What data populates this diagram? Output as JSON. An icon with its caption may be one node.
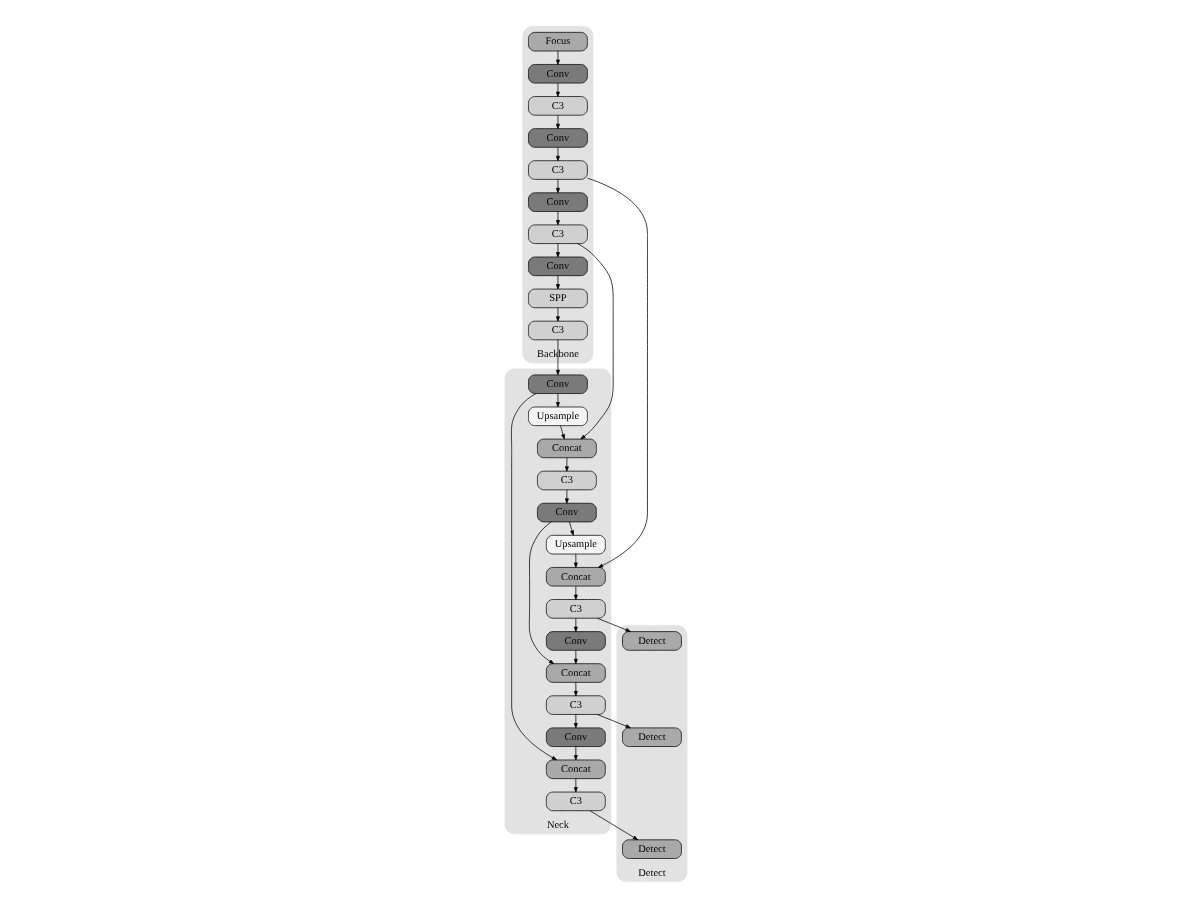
{
  "diagram": {
    "nodes": [
      {
        "text": [
          "Backbone"
        ]
      },
      {
        "text": [
          "Focus"
        ],
        "in": 0
      },
      {
        "text": [
          "Conv"
        ],
        "in": 0
      },
      {
        "text": [
          "C3"
        ],
        "in": 0
      },
      {
        "text": [
          "Conv"
        ],
        "in": 0
      },
      {
        "text": [
          "C3"
        ],
        "in": 0
      },
      {
        "text": [
          "Conv"
        ],
        "in": 0
      },
      {
        "text": [
          "C3"
        ],
        "in": 0
      },
      {
        "text": [
          "Conv"
        ],
        "in": 0
      },
      {
        "text": [
          "SPP"
        ],
        "in": 0
      },
      {
        "text": [
          "C3"
        ],
        "in": 0
      },
      {
        "text": [
          "Neck"
        ]
      },
      {
        "text": [
          "Concat"
        ],
        "in": 11
      },
      {
        "text": [
          "Upsample"
        ],
        "in": 11
      },
      {
        "text": [
          "Conv"
        ],
        "in": 11
      },
      {
        "text": [
          "C3"
        ],
        "in": 11
      },
      {
        "text": [
          "Concat"
        ],
        "in": 11
      },
      {
        "text": [
          "Upsample"
        ],
        "in": 11
      },
      {
        "text": [
          "Conv"
        ],
        "in": 11
      },
      {
        "text": [
          "C3"
        ],
        "in": 11
      },
      {
        "text": [
          "Conv"
        ],
        "in": 11
      },
      {
        "text": [
          "Concat"
        ],
        "in": 11
      },
      {
        "text": [
          "C3"
        ],
        "in": 11
      },
      {
        "text": [
          "Conv"
        ],
        "in": 11
      },
      {
        "text": [
          "Concat"
        ],
        "in": 11
      },
      {
        "text": [
          "C3"
        ],
        "in": 11
      },
      {
        "text": [
          "Detect"
        ]
      },
      {
        "text": [
          "Detect"
        ],
        "in": 26
      },
      {
        "text": [
          "Detect"
        ],
        "in": 26
      },
      {
        "text": [
          "Detect"
        ],
        "in": 26
      }
    ],
    "edges": [
      {
        "from": 1,
        "to": 2,
        "arrow": "to"
      },
      {
        "from": 2,
        "to": 3,
        "arrow": "to"
      },
      {
        "from": 3,
        "to": 4,
        "arrow": "to"
      },
      {
        "from": 4,
        "to": 5,
        "arrow": "to"
      },
      {
        "from": 5,
        "to": 6,
        "arrow": "to"
      },
      {
        "from": 6,
        "to": 7,
        "arrow": "to"
      },
      {
        "from": 7,
        "to": 8,
        "arrow": "to"
      },
      {
        "from": 8,
        "to": 9,
        "arrow": "to"
      },
      {
        "from": 9,
        "to": 10,
        "arrow": "to"
      },
      {
        "from": 5,
        "to": 12,
        "arrow": "to"
      },
      {
        "from": 7,
        "to": 16,
        "arrow": "to"
      },
      {
        "from": 10,
        "to": 18,
        "arrow": "to"
      },
      {
        "from": 18,
        "to": 17,
        "arrow": "to"
      },
      {
        "from": 17,
        "to": 16,
        "arrow": "to"
      },
      {
        "from": 16,
        "to": 15,
        "arrow": "to"
      },
      {
        "from": 15,
        "to": 14,
        "arrow": "to"
      },
      {
        "from": 14,
        "to": 13,
        "arrow": "to"
      },
      {
        "from": 13,
        "to": 12,
        "arrow": "to"
      },
      {
        "from": 12,
        "to": 19,
        "arrow": "to"
      },
      {
        "from": 19,
        "to": 20,
        "arrow": "to"
      },
      {
        "from": 20,
        "to": 21,
        "arrow": "to"
      },
      {
        "from": 14,
        "to": 21,
        "arrow": "to"
      },
      {
        "from": 21,
        "to": 22,
        "arrow": "to"
      },
      {
        "from": 22,
        "to": 23,
        "arrow": "to"
      },
      {
        "from": 23,
        "to": 24,
        "arrow": "to"
      },
      {
        "from": 18,
        "to": 24,
        "arrow": "to"
      },
      {
        "from": 24,
        "to": 25,
        "arrow": "to"
      },
      {
        "from": 19,
        "to": 27,
        "arrow": "to"
      },
      {
        "from": 22,
        "to": 28,
        "arrow": "to"
      },
      {
        "from": 25,
        "to": 29,
        "arrow": "to"
      }
    ]
  }
}
